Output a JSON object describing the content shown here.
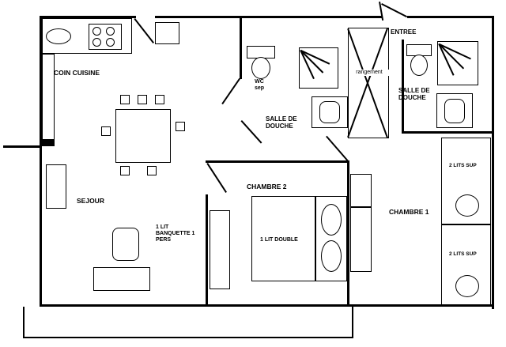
{
  "title": "apartment-floor-plan",
  "colors": {
    "wall": "#000000",
    "background": "#ffffff"
  },
  "rooms": {
    "kitchen": {
      "label": "COIN CUISINE"
    },
    "living": {
      "label": "SEJOUR"
    },
    "bedroom2": {
      "label": "CHAMBRE 2"
    },
    "bedroom1": {
      "label": "CHAMBRE 1"
    },
    "shower1": {
      "label": "SALLE DE DOUCHE"
    },
    "shower2": {
      "label": "SALLE DE DOUCHE"
    },
    "wc": {
      "label": "WC sep"
    },
    "entry": {
      "label": "ENTREE"
    },
    "storage": {
      "label": "rangement"
    }
  },
  "furniture": {
    "banquette": {
      "label": "1 LIT BANQUETTE 1 PERS"
    },
    "double_bed": {
      "label": "1 LIT DOUBLE"
    },
    "bunk1": {
      "label": "2 LITS SUP"
    },
    "bunk2": {
      "label": "2 LITS SUP"
    }
  }
}
